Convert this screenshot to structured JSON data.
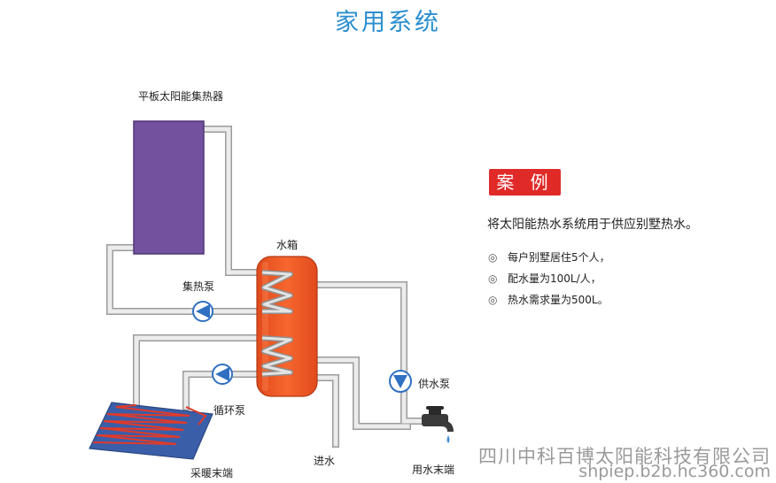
{
  "title": "家用系统",
  "labels": {
    "collector": "平板太阳能集热器",
    "tank": "水箱",
    "collector_pump": "集热泵",
    "circulation_pump": "循环泵",
    "supply_pump": "供水泵",
    "floor_heating": "采暖末端",
    "water_inlet": "进水",
    "water_outlet": "用水末端"
  },
  "case": {
    "badge": "案 例",
    "description": "将太阳能热水系统用于供应别墅热水。",
    "bullets": [
      {
        "mark": "◎",
        "text": "每户别墅居住5个人，"
      },
      {
        "mark": "◎",
        "text": "配水量为100L/人，"
      },
      {
        "mark": "◎",
        "text": "热水需求量为500L。"
      }
    ]
  },
  "watermark": {
    "company": "四川中科百博太阳能科技有限公司",
    "url": "shpiep.b2b.hc360.com"
  },
  "colors": {
    "title": "#2a8ed0",
    "collector": "#74519e",
    "tank": "#f05a2a",
    "pump": "#2f70c2",
    "pipe": "#e6e6e6",
    "badge": "#e02a28",
    "floor_panel": "#3a5ea8",
    "floor_coil": "#e23a2a"
  }
}
